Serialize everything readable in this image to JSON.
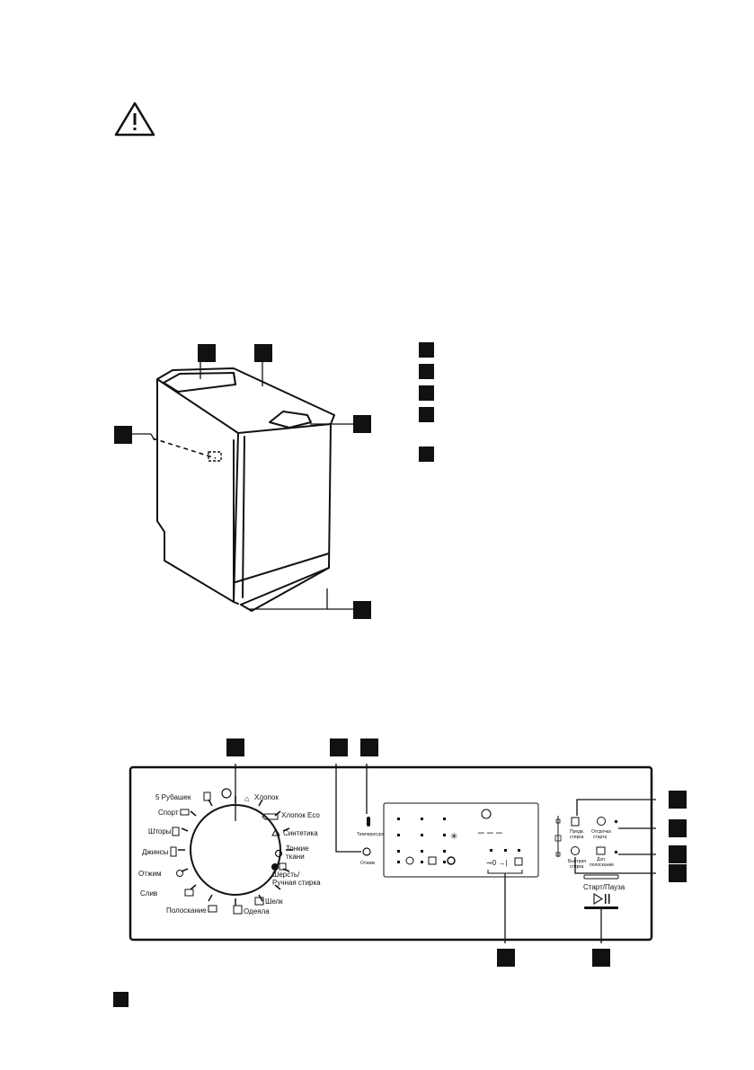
{
  "panel": {
    "programs": {
      "shirts": "5 Рубашек",
      "cotton": "Хлопок",
      "sport": "Спорт",
      "cotton_eco": "Хлопок Eco",
      "curtains": "Шторы",
      "synthetics": "Синтетика",
      "delicates_1": "Тонкие",
      "delicates_2": "ткани",
      "jeans": "Джинсы",
      "wool_1": "Шерсть/",
      "wool_2": "Ручная стирка",
      "spin": "Отжим",
      "drain": "Слив",
      "silk": "Шелк",
      "rinse": "Полоскание",
      "duvets": "Одеяла"
    },
    "buttons": {
      "temperature": "Температура",
      "spin_button": "Отжим",
      "prewash_1": "Предв.",
      "prewash_2": "стирка",
      "delay_1": "Отсрочка",
      "delay_2": "старта",
      "quick_1": "Быстрая",
      "quick_2": "стирка",
      "extra_rinse_1": "Доп.",
      "extra_rinse_2": "полоскание",
      "start_pause": "Старт/Пауза"
    },
    "display": {
      "digits": "– – –"
    }
  },
  "icons": {
    "warning": "warning-triangle-icon",
    "clock": "clock-icon",
    "thermometer": "thermometer-icon",
    "spin": "spin-icon",
    "play_pause": "play-pause-icon"
  },
  "colors": {
    "ink": "#111111",
    "background": "#ffffff",
    "panel_fill": "#ffffff"
  }
}
